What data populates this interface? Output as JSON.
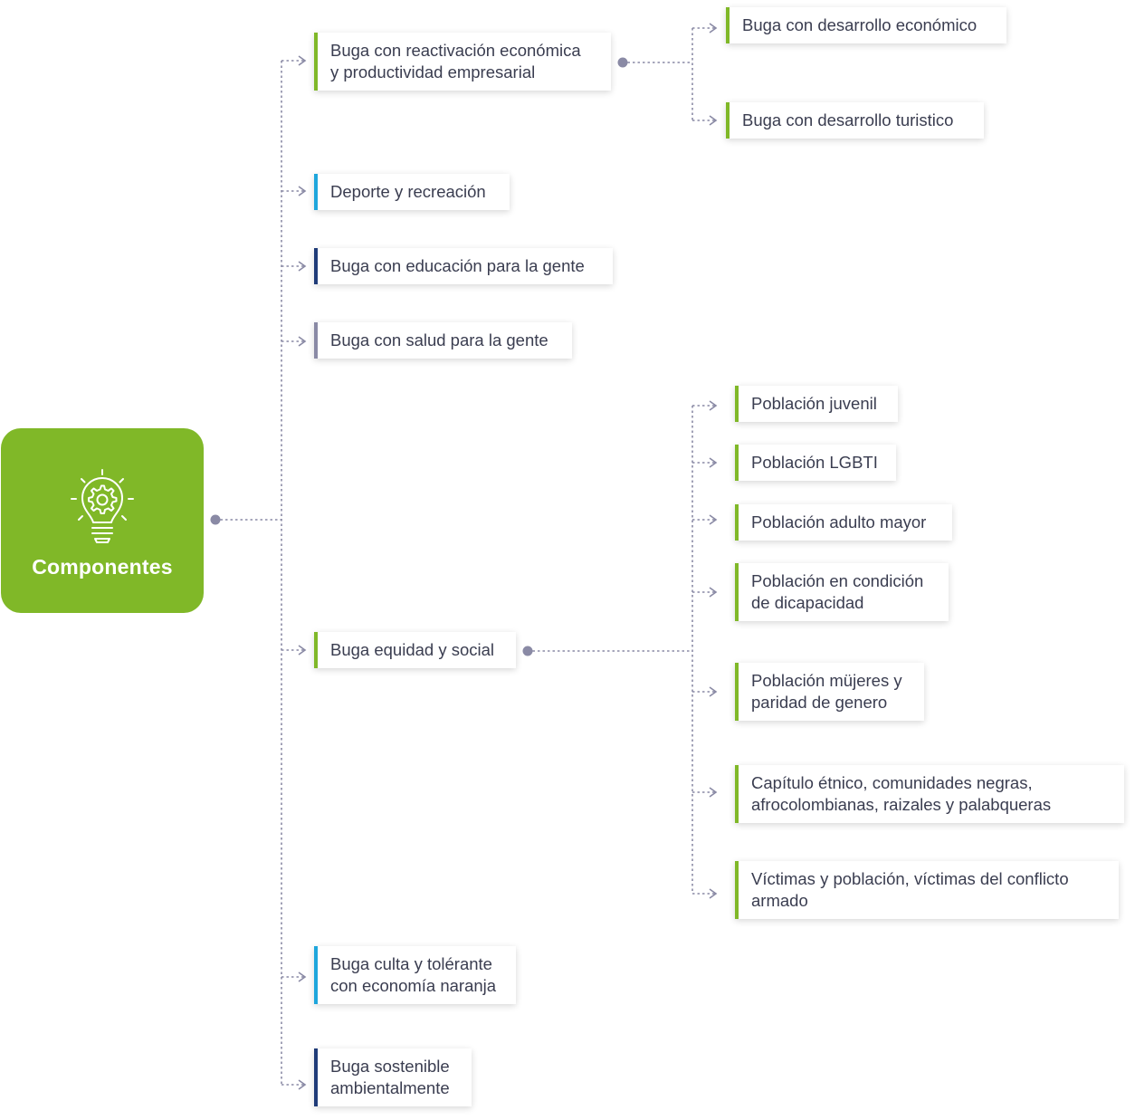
{
  "diagram": {
    "root": {
      "label": "Componentes",
      "icon": "lightbulb-gear-icon"
    },
    "colors": {
      "root_bg": "#80b828",
      "accent_green": "#80b828",
      "accent_blue": "#1ea6dc",
      "accent_navy": "#1f3b78",
      "accent_gray": "#8a8aa5",
      "connector": "#8a8aa5",
      "text": "#3a3d50"
    },
    "components": [
      {
        "label": "Buga con reactivación económica y productividad empresarial",
        "lines": [
          "Buga con reactivación económica",
          "y productividad empresarial"
        ],
        "children": [
          {
            "label": "Buga con desarrollo económico"
          },
          {
            "label": "Buga con desarrollo turistico"
          }
        ]
      },
      {
        "label": "Deporte y recreación"
      },
      {
        "label": "Buga con educación para la gente"
      },
      {
        "label": "Buga con salud para la gente"
      },
      {
        "label": "Buga equidad y social",
        "children": [
          {
            "label": "Población juvenil"
          },
          {
            "label": "Población LGBTI"
          },
          {
            "label": "Población adulto mayor"
          },
          {
            "lines": [
              "Población en condición",
              "de dicapacidad"
            ]
          },
          {
            "lines": [
              "Población müjeres y",
              "paridad de genero"
            ]
          },
          {
            "lines": [
              "Capítulo étnico, comunidades negras,",
              "afrocolombianas, raizales y palabqueras"
            ]
          },
          {
            "lines": [
              "Víctimas y población, víctimas del conflicto",
              "armado"
            ]
          }
        ]
      },
      {
        "lines": [
          "Buga culta y tolérante",
          "con economía naranja"
        ]
      },
      {
        "lines": [
          "Buga sostenible",
          "ambientalmente"
        ]
      }
    ]
  }
}
